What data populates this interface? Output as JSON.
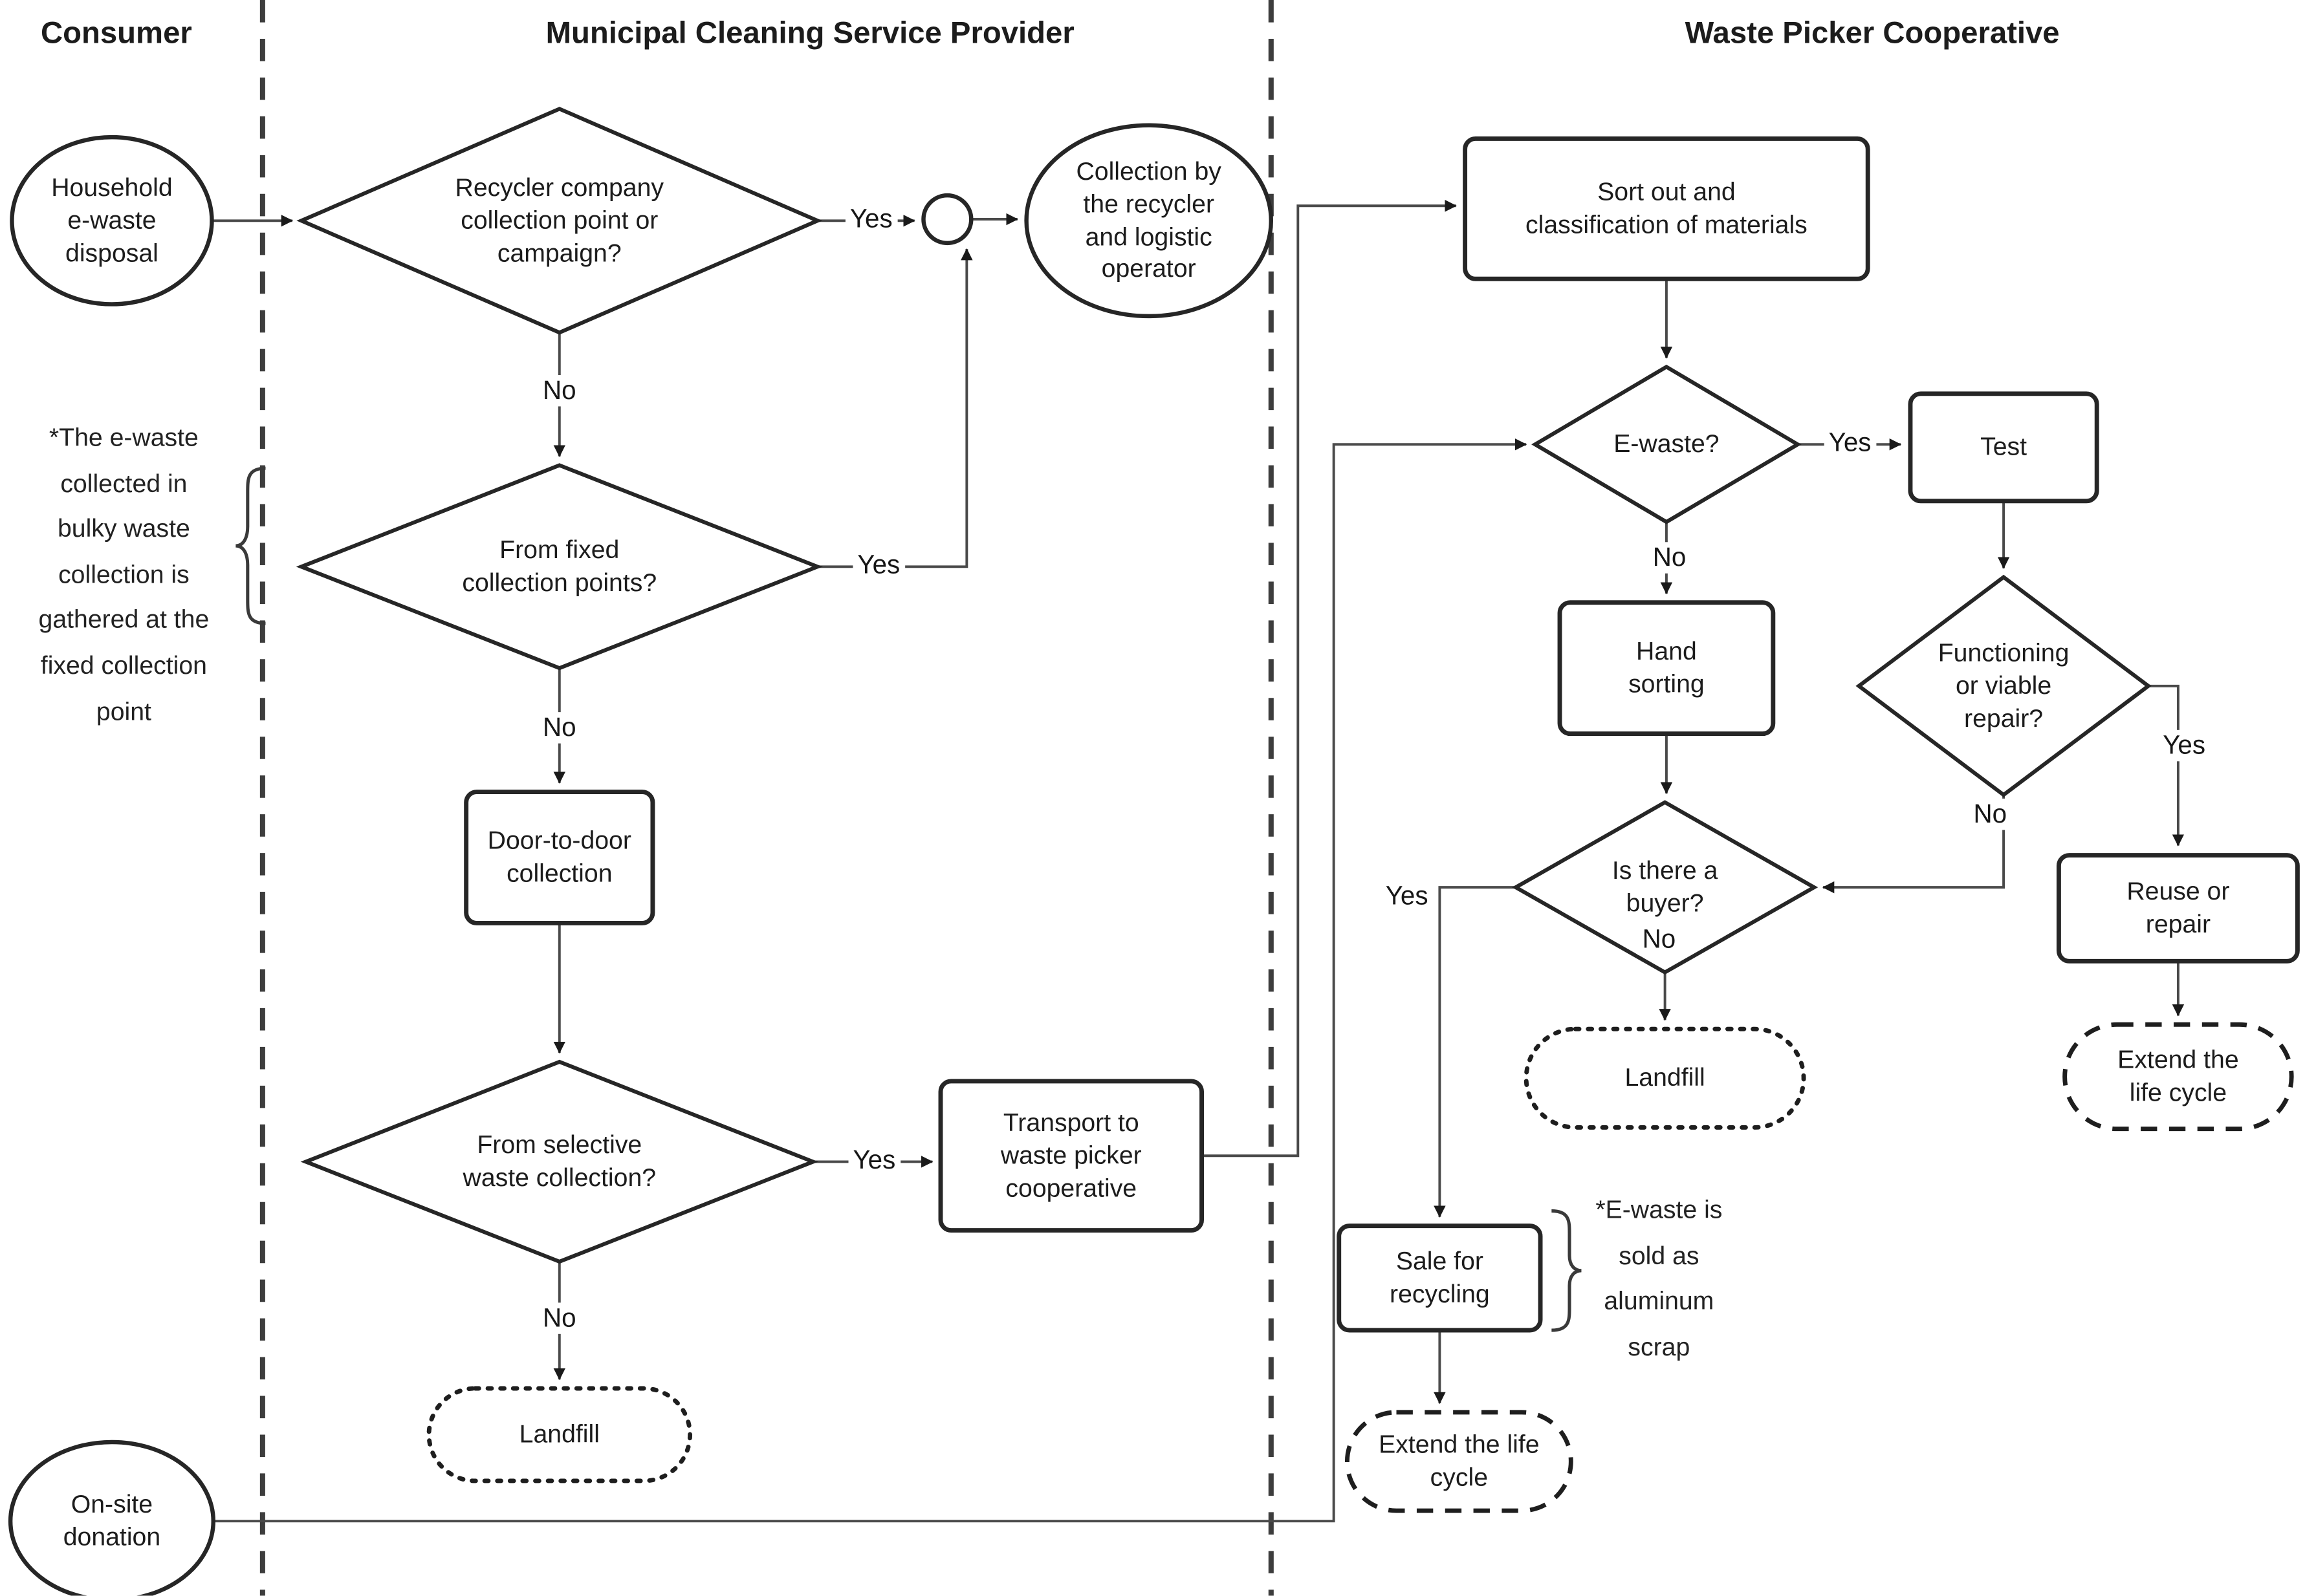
{
  "lanes": {
    "consumer": "Consumer",
    "municipal": "Municipal Cleaning Service Provider",
    "cooperative": "Waste Picker Cooperative"
  },
  "nodes": {
    "household": "Household\ne-waste\ndisposal",
    "recycler_decision": "Recycler company\ncollection point or\ncampaign?",
    "collection_operator": "Collection by\nthe recycler\nand logistic\noperator",
    "fixed_points_decision": "From fixed\ncollection points?",
    "door_to_door": "Door-to-door\ncollection",
    "selective_decision": "From selective\nwaste collection?",
    "transport_coop": "Transport to\nwaste picker\ncooperative",
    "landfill_municipal": "Landfill",
    "onsite_donation": "On-site\ndonation",
    "sort_classification": "Sort out and\nclassification of materials",
    "ewaste_decision": "E-waste?",
    "test": "Test",
    "hand_sorting": "Hand\nsorting",
    "functioning_decision": "Functioning\nor viable\nrepair?",
    "buyer_decision": "Is there  a\nbuyer?",
    "reuse_repair": "Reuse or\nrepair",
    "extend_life_repair": "Extend the\nlife cycle",
    "landfill_coop": "Landfill",
    "sale_recycling": "Sale for\nrecycling",
    "extend_life_recycling": "Extend the life\ncycle"
  },
  "edges": {
    "recycler_yes": "Yes",
    "recycler_no": "No",
    "fixed_yes": "Yes",
    "fixed_no": "No",
    "selective_yes": "Yes",
    "selective_no": "No",
    "ewaste_yes": "Yes",
    "ewaste_no": "No",
    "functioning_yes": "Yes",
    "functioning_no": "No",
    "buyer_yes": "Yes",
    "buyer_no": "No"
  },
  "notes": {
    "bulky_waste": "*The e-waste\ncollected in\nbulky waste\ncollection is\ngathered at the\nfixed collection\npoint",
    "aluminum_scrap": "*E-waste is\nsold as\naluminum\nscrap"
  }
}
